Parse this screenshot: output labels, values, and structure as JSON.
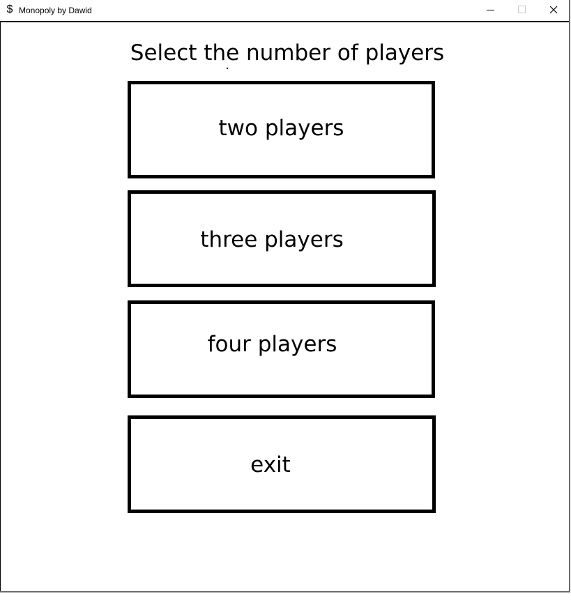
{
  "window": {
    "title": "Monopoly by Dawid",
    "icon": "dollar-icon",
    "icon_glyph": "$",
    "controls": [
      "minimize",
      "maximize",
      "close"
    ]
  },
  "menu": {
    "heading": "Select the number of players",
    "buttons": [
      {
        "label": "two players"
      },
      {
        "label": "three players"
      },
      {
        "label": "four players"
      },
      {
        "label": "exit"
      }
    ]
  },
  "colors": {
    "background": "#ffffff",
    "border": "#000000",
    "text": "#000000"
  }
}
